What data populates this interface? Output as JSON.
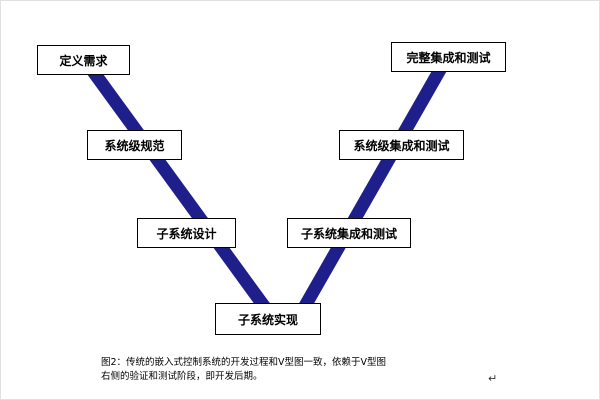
{
  "diagram": {
    "line_color": "#1f1f8c",
    "boxes": [
      {
        "label": "定义需求"
      },
      {
        "label": "系统级规范"
      },
      {
        "label": "子系统设计"
      },
      {
        "label": "子系统实现"
      },
      {
        "label": "子系统集成和测试"
      },
      {
        "label": "系统级集成和测试"
      },
      {
        "label": "完整集成和测试"
      }
    ]
  },
  "caption": {
    "line1": "图2：传统的嵌入式控制系统的开发过程和V型图一致，依赖于V型图",
    "line2": "右侧的验证和测试阶段，即开发后期。",
    "return_mark": "↵"
  }
}
